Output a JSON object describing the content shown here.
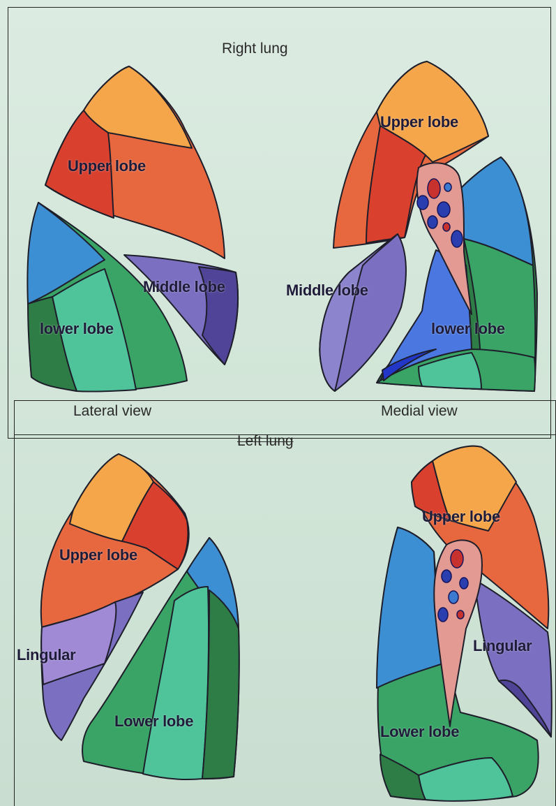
{
  "titles": {
    "right_lung": "Right lung",
    "left_lung": "Left lung",
    "lateral_view": "Lateral view",
    "medial_view": "Medial view"
  },
  "labels": {
    "right_lateral_upper": "Upper lobe",
    "right_lateral_middle": "Middle lobe",
    "right_lateral_lower": "lower lobe",
    "right_medial_upper": "Upper lobe",
    "right_medial_middle": "Middle lobe",
    "right_medial_lower": "lower lobe",
    "left_lateral_upper": "Upper lobe",
    "left_lateral_lingular": "Lingular",
    "left_lateral_lower": "Lower lobe",
    "left_medial_upper": "Upper lobe",
    "left_medial_lingular": "Lingular",
    "left_medial_lower": "Lower lobe"
  },
  "colors": {
    "upper_light": "#f6a64a",
    "upper_mid": "#e7683f",
    "upper_dark": "#d9402e",
    "middle": "#7a6fc0",
    "middle_dark": "#4f4497",
    "lower_light": "#4fc39a",
    "lower_mid": "#3aa466",
    "lower_dark": "#2e7d46",
    "blue": "#3d8fd4",
    "hilum": "#e29a92",
    "vessel_blue": "#2a3eb0"
  }
}
